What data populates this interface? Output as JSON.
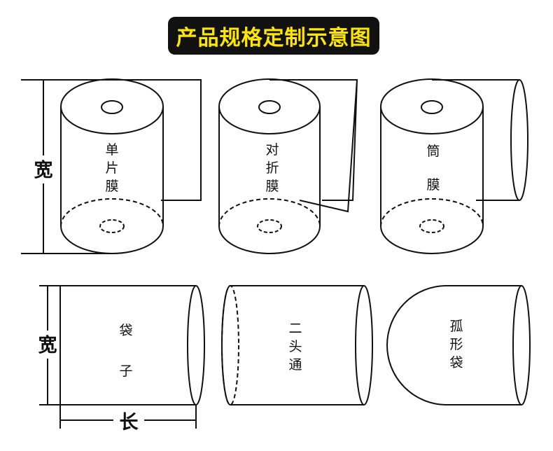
{
  "title": "产品规格定制示意图",
  "colors": {
    "title_bg": "#111111",
    "title_text": "#ffe600",
    "line": "#111111"
  },
  "dimensions": {
    "width": "宽",
    "length": "长"
  },
  "rolls": [
    {
      "id": "single",
      "label": [
        "单",
        "片",
        "膜"
      ]
    },
    {
      "id": "folded",
      "label": [
        "对",
        "折",
        "膜"
      ]
    },
    {
      "id": "tube",
      "label": [
        "筒",
        "膜"
      ]
    }
  ],
  "bags": [
    {
      "id": "bag",
      "label": [
        "袋",
        "子"
      ]
    },
    {
      "id": "two-open",
      "label": [
        "二",
        "头",
        "通"
      ]
    },
    {
      "id": "arc",
      "label": [
        "孤",
        "形",
        "袋"
      ]
    }
  ]
}
